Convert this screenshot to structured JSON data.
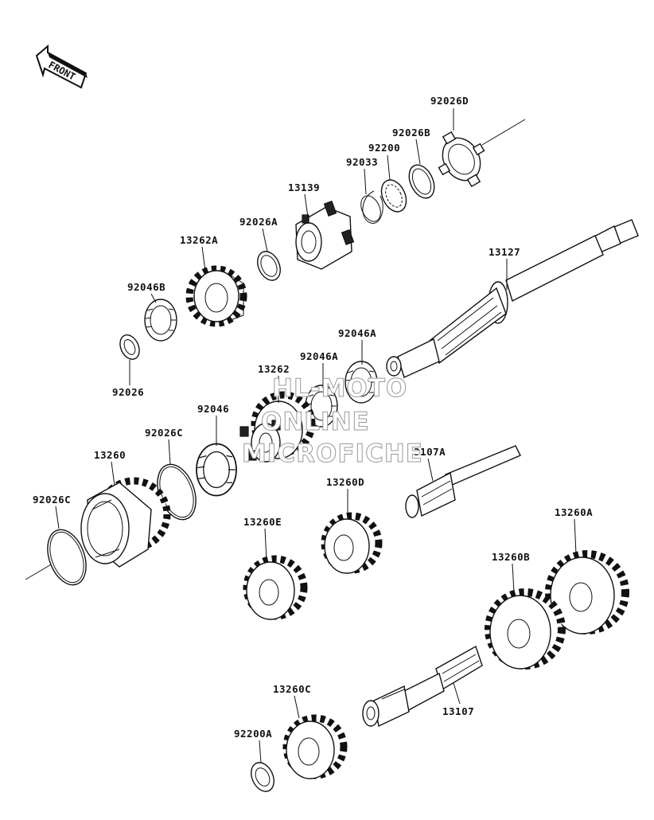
{
  "front_arrow_label": "FRONT",
  "watermark": {
    "line1": "HL-MOTO",
    "line2": "ONLINE",
    "line3": "MICROFICHE"
  },
  "parts": {
    "p92026D": "92026D",
    "p92026B": "92026B",
    "p92200": "92200",
    "p92033": "92033",
    "p13139": "13139",
    "p92026A": "92026A",
    "p13262A": "13262A",
    "p13127": "13127",
    "p92046B": "92046B",
    "p92026": "92026",
    "p92046A_1": "92046A",
    "p92046A_2": "92046A",
    "p13262": "13262",
    "p92046": "92046",
    "p92026C_1": "92026C",
    "p13260": "13260",
    "p13107A": "13107A",
    "p92026C_2": "92026C",
    "p13260D": "13260D",
    "p13260E": "13260E",
    "p13260A": "13260A",
    "p13260B": "13260B",
    "p13260C": "13260C",
    "p13107": "13107",
    "p92200A": "92200A"
  }
}
